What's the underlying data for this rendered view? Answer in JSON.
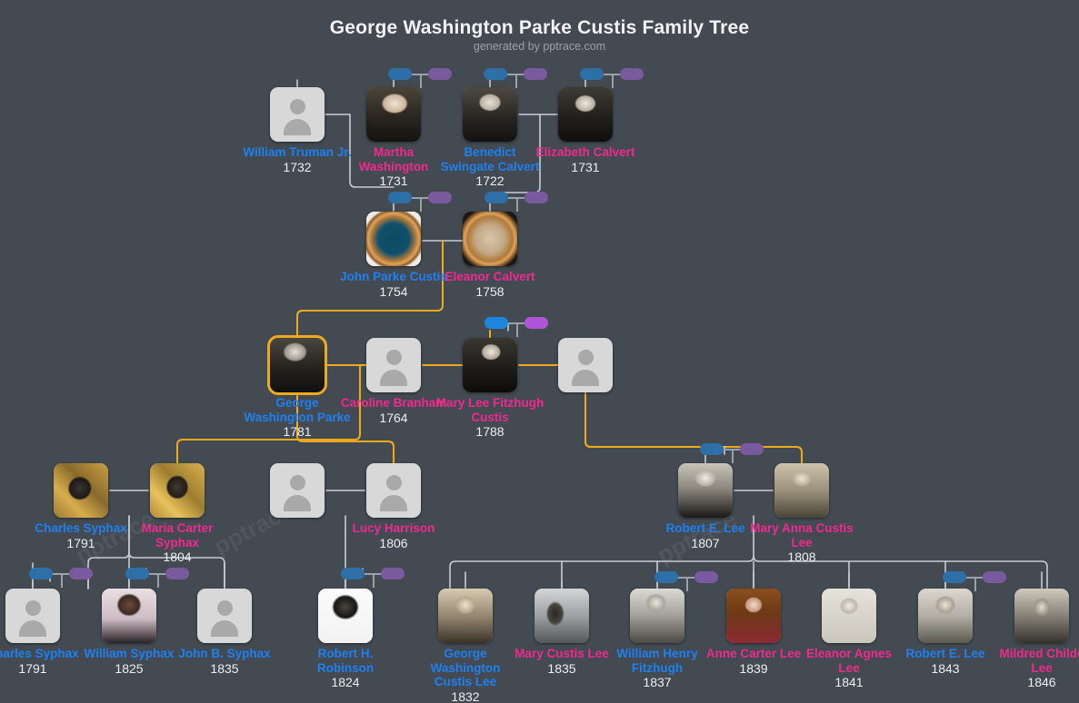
{
  "header": {
    "title": "George Washington Parke Custis Family Tree",
    "subtitle": "generated by pptrace.com"
  },
  "watermark": "pptrace",
  "colors": {
    "background": "#434a52",
    "male_name": "#1f80ef",
    "female_name": "#f02a8e",
    "year": "#eceef0",
    "connector": "#c9ccd1",
    "highlight": "#f0a91e",
    "badge_male": "#2f6fa8",
    "badge_female": "#7a5a9e",
    "badge_male_active": "#1f86e0",
    "badge_female_active": "#b055d8"
  },
  "generations": [
    {
      "label": "generation-1",
      "people": [
        {
          "id": "william-truman-jr",
          "name": "William Truman Jr.",
          "year": "1732",
          "sex": "male",
          "photo": "placeholder"
        },
        {
          "id": "martha-washington",
          "name": "Martha Washington",
          "year": "1731",
          "sex": "female",
          "photo": "portrait"
        },
        {
          "id": "benedict-swingate-calvert",
          "name": "Benedict Swingate Calvert",
          "year": "1722",
          "sex": "male",
          "photo": "portrait"
        },
        {
          "id": "elizabeth-calvert",
          "name": "Elizabeth Calvert",
          "year": "1731",
          "sex": "female",
          "photo": "portrait"
        }
      ]
    },
    {
      "label": "generation-2",
      "people": [
        {
          "id": "john-parke-custis",
          "name": "John Parke Custis",
          "year": "1754",
          "sex": "male",
          "photo": "portrait"
        },
        {
          "id": "eleanor-calvert",
          "name": "Eleanor Calvert",
          "year": "1758",
          "sex": "female",
          "photo": "portrait"
        }
      ]
    },
    {
      "label": "generation-3",
      "people": [
        {
          "id": "george-washington-parke",
          "name": "George Washington Parke",
          "year": "1781",
          "sex": "male",
          "photo": "portrait",
          "highlighted": true
        },
        {
          "id": "caroline-branham",
          "name": "Caroline Branham",
          "year": "1764",
          "sex": "female",
          "photo": "placeholder"
        },
        {
          "id": "mary-lee-fitzhugh-custis",
          "name": "Mary Lee Fitzhugh Custis",
          "year": "1788",
          "sex": "female",
          "photo": "portrait"
        },
        {
          "id": "unnamed-gen3-right",
          "name": "",
          "year": "",
          "sex": "unknown",
          "photo": "placeholder"
        }
      ]
    },
    {
      "label": "generation-4",
      "people": [
        {
          "id": "charles-syphax",
          "name": "Charles Syphax",
          "year": "1791",
          "sex": "male",
          "photo": "portrait"
        },
        {
          "id": "maria-carter-syphax",
          "name": "Maria Carter Syphax",
          "year": "1804",
          "sex": "female",
          "photo": "portrait"
        },
        {
          "id": "unnamed-gen4-left",
          "name": "",
          "year": "",
          "sex": "unknown",
          "photo": "placeholder"
        },
        {
          "id": "lucy-harrison",
          "name": "Lucy Harrison",
          "year": "1806",
          "sex": "female",
          "photo": "placeholder"
        },
        {
          "id": "robert-e-lee",
          "name": "Robert E. Lee",
          "year": "1807",
          "sex": "male",
          "photo": "portrait"
        },
        {
          "id": "mary-anna-custis-lee",
          "name": "Mary Anna Custis Lee",
          "year": "1808",
          "sex": "female",
          "photo": "portrait"
        }
      ]
    },
    {
      "label": "generation-5",
      "people": [
        {
          "id": "charles-syphax-jr",
          "name": "Charles Syphax",
          "year": "1791",
          "sex": "male",
          "photo": "placeholder"
        },
        {
          "id": "william-syphax",
          "name": "William Syphax",
          "year": "1825",
          "sex": "male",
          "photo": "portrait"
        },
        {
          "id": "john-b-syphax",
          "name": "John B. Syphax",
          "year": "1835",
          "sex": "male",
          "photo": "placeholder"
        },
        {
          "id": "robert-h-robinson",
          "name": "Robert H. Robinson",
          "year": "1824",
          "sex": "male",
          "photo": "portrait"
        },
        {
          "id": "george-washington-custis-lee",
          "name": "George Washington Custis Lee",
          "year": "1832",
          "sex": "male",
          "photo": "portrait"
        },
        {
          "id": "mary-custis-lee",
          "name": "Mary Custis Lee",
          "year": "1835",
          "sex": "female",
          "photo": "portrait"
        },
        {
          "id": "william-henry-fitzhugh",
          "name": "William Henry Fitzhugh",
          "year": "1837",
          "sex": "male",
          "photo": "portrait"
        },
        {
          "id": "anne-carter-lee",
          "name": "Anne Carter Lee",
          "year": "1839",
          "sex": "female",
          "photo": "portrait"
        },
        {
          "id": "eleanor-agnes-lee",
          "name": "Eleanor Agnes Lee",
          "year": "1841",
          "sex": "female",
          "photo": "portrait"
        },
        {
          "id": "robert-e-lee-jr",
          "name": "Robert E. Lee",
          "year": "1843",
          "sex": "male",
          "photo": "portrait"
        },
        {
          "id": "mildred-childe-lee",
          "name": "Mildred Childe Lee",
          "year": "1846",
          "sex": "female",
          "photo": "portrait"
        }
      ]
    }
  ]
}
